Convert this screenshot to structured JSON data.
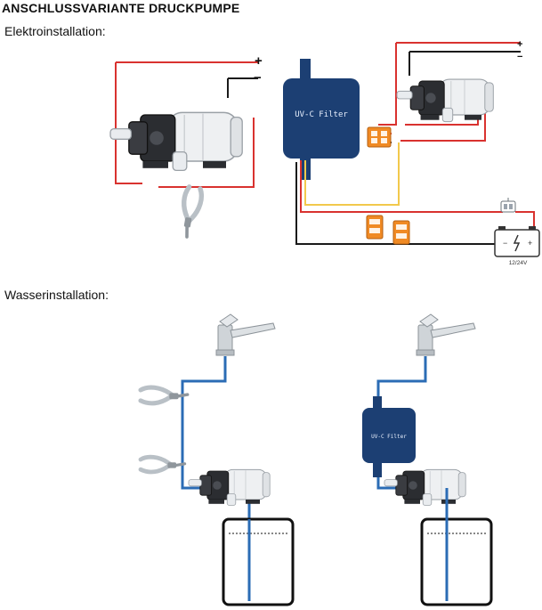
{
  "title": "ANSCHLUSSVARIANTE DRUCKPUMPE",
  "electrical": {
    "label": "Elektroinstallation:",
    "uv_filter_label": "UV-C Filter",
    "left_plus": "+",
    "left_minus": "−",
    "right_plus": "+",
    "right_minus": "−",
    "battery_plus": "+",
    "battery_minus": "−",
    "battery_voltage": "12/24V"
  },
  "water": {
    "label": "Wasserinstallation:",
    "uv_filter_label": "UV-C Filter"
  },
  "colors": {
    "wire_red": "#d9322f",
    "wire_black": "#1a1a1a",
    "wire_yellow": "#f2c94c",
    "filter_blue": "#1c3f73",
    "pipe_blue": "#2b6cb5",
    "connector_orange": "#f08a24",
    "fuse_gray": "#9aa3ad"
  },
  "icons": [
    "pressure-pump-icon",
    "pliers-icon",
    "uv-c-filter-icon",
    "wago-connector-icon",
    "fuse-icon",
    "battery-icon",
    "faucet-icon",
    "water-tank-icon"
  ]
}
